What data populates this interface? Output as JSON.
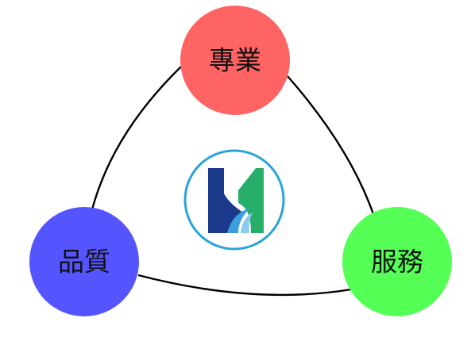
{
  "nodes": {
    "top": {
      "label": "專業",
      "color": "#ff6464"
    },
    "left": {
      "label": "品質",
      "color": "#5555ff"
    },
    "right": {
      "label": "服務",
      "color": "#55ff55"
    }
  },
  "connector_color": "#000000",
  "logo": {
    "ring_color": "#2aa3d9",
    "left_color": "#1c3a8c",
    "right_color": "#27ae6a",
    "wave_color": "#3aa0dd"
  }
}
